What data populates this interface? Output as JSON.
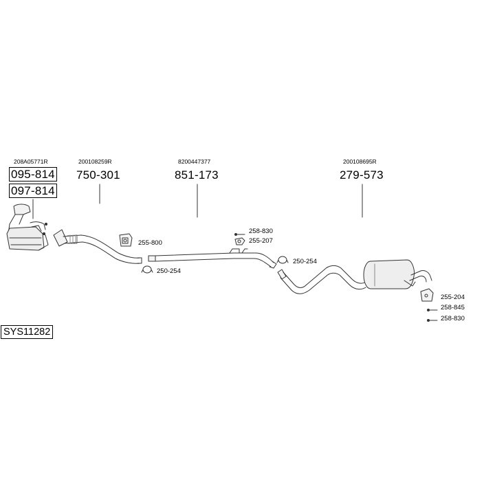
{
  "diagram": {
    "system_code": "SYS11282",
    "parts": [
      {
        "oem": "208A05771R",
        "numbers": [
          "095-814",
          "097-814"
        ]
      },
      {
        "oem": "200108259R",
        "numbers": [
          "750-301"
        ]
      },
      {
        "oem": "8200447377",
        "numbers": [
          "851-173"
        ]
      },
      {
        "oem": "200108695R",
        "numbers": [
          "279-573"
        ]
      }
    ],
    "fittings": [
      "255-800",
      "250-254",
      "258-830",
      "255-207",
      "250-254",
      "255-204",
      "258-845",
      "258-830"
    ]
  }
}
